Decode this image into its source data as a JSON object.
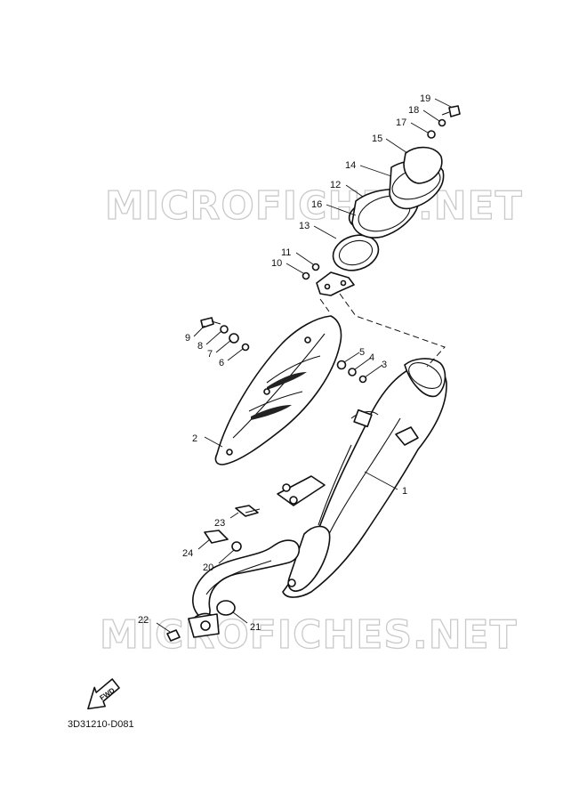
{
  "watermark_text": "MICROFICHES.NET",
  "diagram_code": "3D31210-D081",
  "fwd_label": "FWD",
  "callouts": [
    "1",
    "2",
    "3",
    "4",
    "5",
    "6",
    "7",
    "8",
    "9",
    "10",
    "11",
    "12",
    "13",
    "14",
    "15",
    "16",
    "17",
    "18",
    "19",
    "20",
    "21",
    "22",
    "23",
    "24"
  ]
}
